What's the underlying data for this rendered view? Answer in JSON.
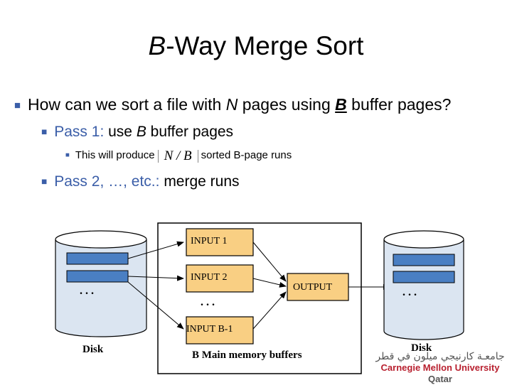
{
  "slide": {
    "title_italic": "B",
    "title_rest": "-Way Merge Sort",
    "bullets": {
      "b1_pre": "How can we sort a file with ",
      "b1_n": "N",
      "b1_mid": " pages using ",
      "b1_b": "B",
      "b1_post": " buffer pages?",
      "b2_colored": "Pass 1:",
      "b2_rest_pre": " use ",
      "b2_b": "B",
      "b2_rest_post": " buffer pages",
      "b3_pre": "This will produce",
      "b3_formula": "N / B",
      "b3_post": "sorted B-page runs",
      "b4_colored": "Pass 2, …,  etc.:",
      "b4_rest": " merge runs"
    }
  },
  "diagram": {
    "input1": "INPUT 1",
    "input2": "INPUT 2",
    "input_dots": ". . .",
    "input_b1": "INPUT B-1",
    "output": "OUTPUT",
    "memory_label": "B Main memory buffers",
    "left_disk_label": "Disk",
    "right_disk_label": "Disk",
    "left_dots": ". . .",
    "right_dots": ". . .",
    "colors": {
      "buffer_fill": "#f9cf83",
      "disk_fill": "#dbe5f1",
      "page_fill": "#4a7fc3"
    }
  },
  "logo": {
    "arabic": "جامعـة كارنيجي ميلون في قطر",
    "english_red": "Carnegie Mellon University",
    "english_gray": " Qatar"
  }
}
